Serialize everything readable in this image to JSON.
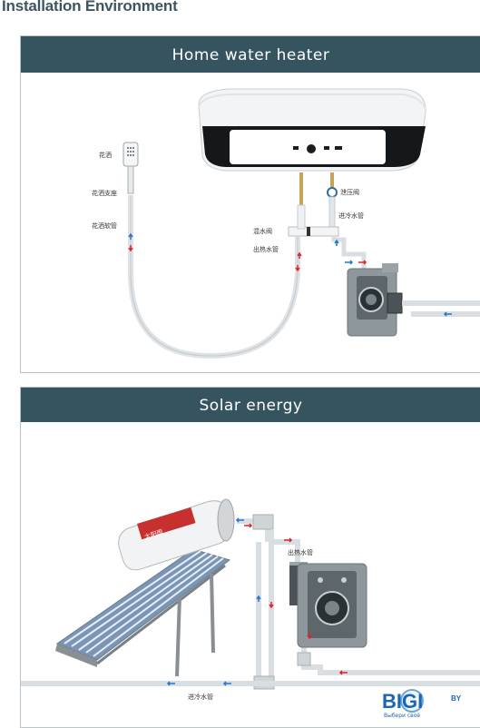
{
  "page": {
    "title": "Installation Environment"
  },
  "sections": [
    {
      "header": "Home water heater",
      "labels": {
        "shower": "花洒",
        "shower_holder": "花洒支座",
        "shower_hose": "花洒软管",
        "mixing_valve": "混水阀",
        "hot_water_outlet": "出热水管",
        "pressure_relief_valve": "泄压阀",
        "cold_water_inlet": "进冷水管"
      }
    },
    {
      "header": "Solar energy",
      "labels": {
        "hot_water_outlet": "出热水管",
        "cold_water_inlet": "进冷水管",
        "tank_brand": "太阳雨"
      }
    }
  ],
  "brand": {
    "logo_text": "BIGI",
    "logo_suffix": "BY",
    "tagline": "Выбери своё"
  },
  "colors": {
    "header_bg": "#35545f",
    "pipe": "#d9dee2",
    "arrow_red": "#d9262c",
    "arrow_blue": "#1f78d1",
    "pump_body": "#9aa3a8"
  }
}
